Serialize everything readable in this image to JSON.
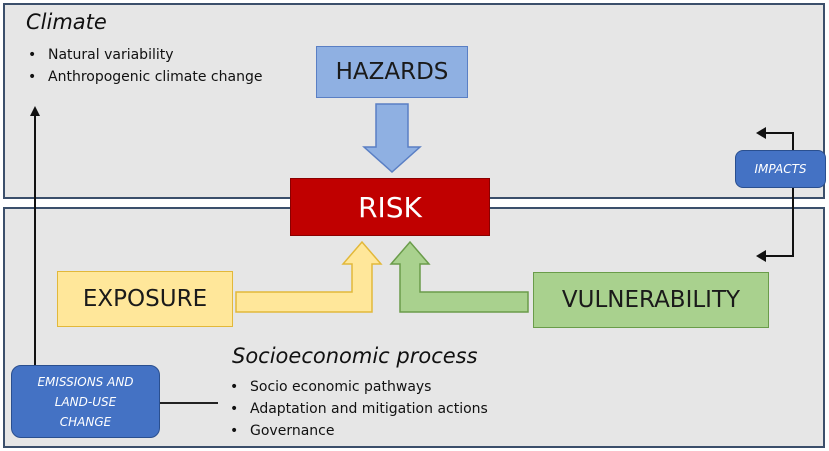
{
  "climate": {
    "title": "Climate",
    "bullets": [
      "Natural variability",
      "Anthropogenic climate change"
    ]
  },
  "socioeconomic": {
    "title": "Socioeconomic process",
    "bullets": [
      "Socio economic pathways",
      "Adaptation and mitigation actions",
      "Governance"
    ]
  },
  "nodes": {
    "hazards": "HAZARDS",
    "risk": "RISK",
    "exposure": "EXPOSURE",
    "vulnerability": "VULNERABILITY",
    "impacts": "IMPACTS",
    "emissions": [
      "EMISSIONS AND",
      "LAND-USE",
      "CHANGE"
    ]
  },
  "colors": {
    "panel_fill": "#e6e6e6",
    "panel_border": "#3b4f6b",
    "hazards": "#8fb0e2",
    "risk": "#c00000",
    "exposure": "#ffe79a",
    "vulnerability": "#a9d18e",
    "impacts": "#4472c4",
    "emissions": "#4472c4"
  }
}
